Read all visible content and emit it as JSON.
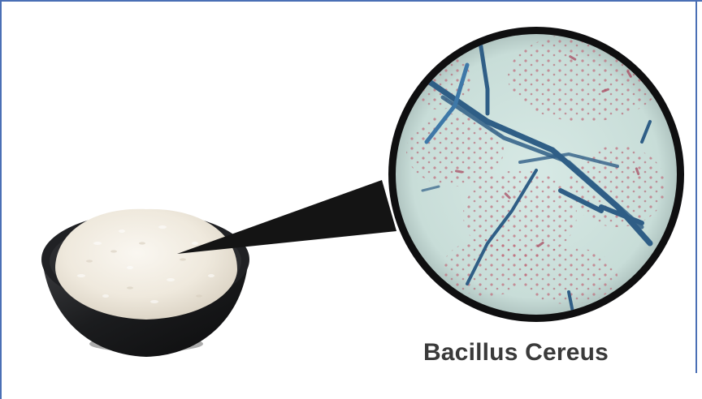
{
  "caption": "Bacillus Cereus",
  "colors": {
    "frame_border": "#4a6fb5",
    "bowl": "#1e1f21",
    "rice": "#f1ece2",
    "lens_background": "#cfe3df",
    "rod_bacteria": "#2f5e86",
    "stained_cells": "#b75b6e",
    "pointer": "#141414"
  },
  "icons": [
    "rice-bowl-image",
    "magnifier-lens-image",
    "callout-pointer"
  ]
}
